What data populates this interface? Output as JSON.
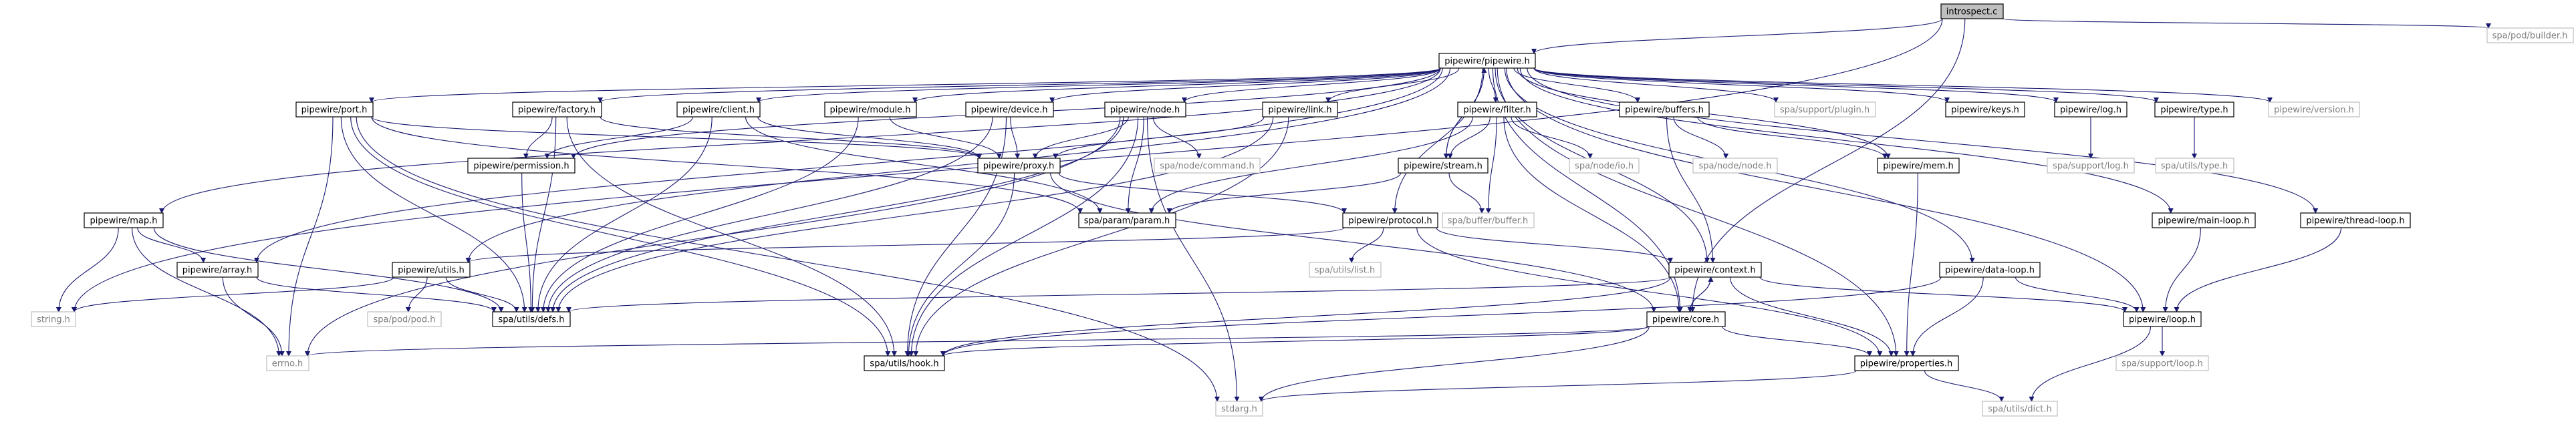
{
  "colors": {
    "edge": "#191970",
    "node_border": "#000000",
    "external_border": "#bfbfbf",
    "external_text": "#7f7f7f",
    "root_fill": "#bfbfbf",
    "node_fill": "#ffffff",
    "text": "#000000"
  },
  "nodes": [
    {
      "id": "introspect",
      "label": "introspect.c",
      "kind": "root"
    },
    {
      "id": "pipewire_h",
      "label": "pipewire/pipewire.h",
      "kind": "internal"
    },
    {
      "id": "builder",
      "label": "spa/pod/builder.h",
      "kind": "external"
    },
    {
      "id": "string",
      "label": "string.h",
      "kind": "external"
    },
    {
      "id": "port",
      "label": "pipewire/port.h",
      "kind": "internal"
    },
    {
      "id": "factory",
      "label": "pipewire/factory.h",
      "kind": "internal"
    },
    {
      "id": "client",
      "label": "pipewire/client.h",
      "kind": "internal"
    },
    {
      "id": "module",
      "label": "pipewire/module.h",
      "kind": "internal"
    },
    {
      "id": "device",
      "label": "pipewire/device.h",
      "kind": "internal"
    },
    {
      "id": "node",
      "label": "pipewire/node.h",
      "kind": "internal"
    },
    {
      "id": "link",
      "label": "pipewire/link.h",
      "kind": "internal"
    },
    {
      "id": "filter",
      "label": "pipewire/filter.h",
      "kind": "internal"
    },
    {
      "id": "buffers",
      "label": "pipewire/buffers.h",
      "kind": "internal"
    },
    {
      "id": "plugin",
      "label": "spa/support/plugin.h",
      "kind": "external"
    },
    {
      "id": "keys",
      "label": "pipewire/keys.h",
      "kind": "internal"
    },
    {
      "id": "log",
      "label": "pipewire/log.h",
      "kind": "internal"
    },
    {
      "id": "type",
      "label": "pipewire/type.h",
      "kind": "internal"
    },
    {
      "id": "version",
      "label": "pipewire/version.h",
      "kind": "external"
    },
    {
      "id": "map",
      "label": "pipewire/map.h",
      "kind": "internal"
    },
    {
      "id": "permission",
      "label": "pipewire/permission.h",
      "kind": "internal"
    },
    {
      "id": "proxy",
      "label": "pipewire/proxy.h",
      "kind": "internal"
    },
    {
      "id": "command",
      "label": "spa/node/command.h",
      "kind": "external"
    },
    {
      "id": "stream",
      "label": "pipewire/stream.h",
      "kind": "internal"
    },
    {
      "id": "io",
      "label": "spa/node/io.h",
      "kind": "external"
    },
    {
      "id": "nodenode",
      "label": "spa/node/node.h",
      "kind": "external"
    },
    {
      "id": "mem",
      "label": "pipewire/mem.h",
      "kind": "internal"
    },
    {
      "id": "supportlog",
      "label": "spa/support/log.h",
      "kind": "external"
    },
    {
      "id": "utilstype",
      "label": "spa/utils/type.h",
      "kind": "external"
    },
    {
      "id": "param",
      "label": "spa/param/param.h",
      "kind": "internal"
    },
    {
      "id": "bufferh",
      "label": "spa/buffer/buffer.h",
      "kind": "external"
    },
    {
      "id": "protocol",
      "label": "pipewire/protocol.h",
      "kind": "internal"
    },
    {
      "id": "mainloop",
      "label": "pipewire/main-loop.h",
      "kind": "internal"
    },
    {
      "id": "threadloop",
      "label": "pipewire/thread-loop.h",
      "kind": "internal"
    },
    {
      "id": "array",
      "label": "pipewire/array.h",
      "kind": "internal"
    },
    {
      "id": "utils",
      "label": "pipewire/utils.h",
      "kind": "internal"
    },
    {
      "id": "list",
      "label": "spa/utils/list.h",
      "kind": "external"
    },
    {
      "id": "context",
      "label": "pipewire/context.h",
      "kind": "internal"
    },
    {
      "id": "dataloop",
      "label": "pipewire/data-loop.h",
      "kind": "internal"
    },
    {
      "id": "defs",
      "label": "spa/utils/defs.h",
      "kind": "internal"
    },
    {
      "id": "pod",
      "label": "spa/pod/pod.h",
      "kind": "external"
    },
    {
      "id": "core",
      "label": "pipewire/core.h",
      "kind": "internal"
    },
    {
      "id": "loop",
      "label": "pipewire/loop.h",
      "kind": "internal"
    },
    {
      "id": "errno",
      "label": "errno.h",
      "kind": "external"
    },
    {
      "id": "hook",
      "label": "spa/utils/hook.h",
      "kind": "internal"
    },
    {
      "id": "supportloop",
      "label": "spa/support/loop.h",
      "kind": "external"
    },
    {
      "id": "properties",
      "label": "pipewire/properties.h",
      "kind": "internal"
    },
    {
      "id": "stdarg",
      "label": "stdarg.h",
      "kind": "external"
    },
    {
      "id": "dict",
      "label": "spa/utils/dict.h",
      "kind": "external"
    }
  ],
  "edges": [
    [
      "introspect",
      "pipewire_h"
    ],
    [
      "introspect",
      "builder"
    ],
    [
      "introspect",
      "string"
    ],
    [
      "introspect",
      "core"
    ],
    [
      "pipewire_h",
      "port"
    ],
    [
      "pipewire_h",
      "factory"
    ],
    [
      "pipewire_h",
      "client"
    ],
    [
      "pipewire_h",
      "module"
    ],
    [
      "pipewire_h",
      "device"
    ],
    [
      "pipewire_h",
      "node"
    ],
    [
      "pipewire_h",
      "link"
    ],
    [
      "pipewire_h",
      "filter"
    ],
    [
      "pipewire_h",
      "buffers"
    ],
    [
      "pipewire_h",
      "plugin"
    ],
    [
      "pipewire_h",
      "keys"
    ],
    [
      "pipewire_h",
      "log"
    ],
    [
      "pipewire_h",
      "type"
    ],
    [
      "pipewire_h",
      "version"
    ],
    [
      "pipewire_h",
      "map"
    ],
    [
      "pipewire_h",
      "permission"
    ],
    [
      "pipewire_h",
      "stream"
    ],
    [
      "pipewire_h",
      "mem"
    ],
    [
      "pipewire_h",
      "protocol"
    ],
    [
      "pipewire_h",
      "mainloop"
    ],
    [
      "pipewire_h",
      "threadloop"
    ],
    [
      "pipewire_h",
      "array"
    ],
    [
      "pipewire_h",
      "utils"
    ],
    [
      "pipewire_h",
      "context"
    ],
    [
      "pipewire_h",
      "dataloop"
    ],
    [
      "pipewire_h",
      "core"
    ],
    [
      "pipewire_h",
      "loop"
    ],
    [
      "pipewire_h",
      "properties"
    ],
    [
      "port",
      "proxy"
    ],
    [
      "port",
      "defs"
    ],
    [
      "port",
      "hook"
    ],
    [
      "port",
      "errno"
    ],
    [
      "port",
      "param"
    ],
    [
      "port",
      "stdarg"
    ],
    [
      "factory",
      "proxy"
    ],
    [
      "factory",
      "defs"
    ],
    [
      "factory",
      "hook"
    ],
    [
      "factory",
      "permission"
    ],
    [
      "client",
      "proxy"
    ],
    [
      "client",
      "permission"
    ],
    [
      "client",
      "defs"
    ],
    [
      "client",
      "param"
    ],
    [
      "module",
      "proxy"
    ],
    [
      "module",
      "defs"
    ],
    [
      "device",
      "proxy"
    ],
    [
      "device",
      "hook"
    ],
    [
      "device",
      "defs"
    ],
    [
      "node",
      "proxy"
    ],
    [
      "node",
      "command"
    ],
    [
      "node",
      "param"
    ],
    [
      "node",
      "hook"
    ],
    [
      "node",
      "defs"
    ],
    [
      "node",
      "errno"
    ],
    [
      "node",
      "stdarg"
    ],
    [
      "link",
      "proxy"
    ],
    [
      "link",
      "hook"
    ],
    [
      "link",
      "defs"
    ],
    [
      "filter",
      "stream"
    ],
    [
      "filter",
      "io"
    ],
    [
      "filter",
      "bufferh"
    ],
    [
      "filter",
      "param"
    ],
    [
      "filter",
      "core"
    ],
    [
      "buffers",
      "nodenode"
    ],
    [
      "buffers",
      "mem"
    ],
    [
      "buffers",
      "context"
    ],
    [
      "log",
      "supportlog"
    ],
    [
      "type",
      "utilstype"
    ],
    [
      "map",
      "array"
    ],
    [
      "map",
      "string"
    ],
    [
      "map",
      "errno"
    ],
    [
      "map",
      "defs"
    ],
    [
      "permission",
      "defs"
    ],
    [
      "proxy",
      "protocol"
    ],
    [
      "proxy",
      "hook"
    ],
    [
      "proxy",
      "core"
    ],
    [
      "stream",
      "pipewire_h"
    ],
    [
      "stream",
      "param"
    ],
    [
      "stream",
      "bufferh"
    ],
    [
      "mem",
      "properties"
    ],
    [
      "protocol",
      "list"
    ],
    [
      "protocol",
      "context"
    ],
    [
      "protocol",
      "properties"
    ],
    [
      "protocol",
      "utils"
    ],
    [
      "mainloop",
      "loop"
    ],
    [
      "threadloop",
      "loop"
    ],
    [
      "array",
      "errno"
    ],
    [
      "array",
      "defs"
    ],
    [
      "utils",
      "string"
    ],
    [
      "utils",
      "pod"
    ],
    [
      "utils",
      "defs"
    ],
    [
      "context",
      "core"
    ],
    [
      "context",
      "loop"
    ],
    [
      "context",
      "properties"
    ],
    [
      "context",
      "hook"
    ],
    [
      "context",
      "defs"
    ],
    [
      "dataloop",
      "loop"
    ],
    [
      "dataloop",
      "properties"
    ],
    [
      "dataloop",
      "hook"
    ],
    [
      "core",
      "context"
    ],
    [
      "core",
      "properties"
    ],
    [
      "core",
      "hook"
    ],
    [
      "core",
      "errno"
    ],
    [
      "core",
      "stdarg"
    ],
    [
      "loop",
      "supportloop"
    ],
    [
      "loop",
      "dict"
    ],
    [
      "properties",
      "dict"
    ],
    [
      "properties",
      "stdarg"
    ]
  ]
}
